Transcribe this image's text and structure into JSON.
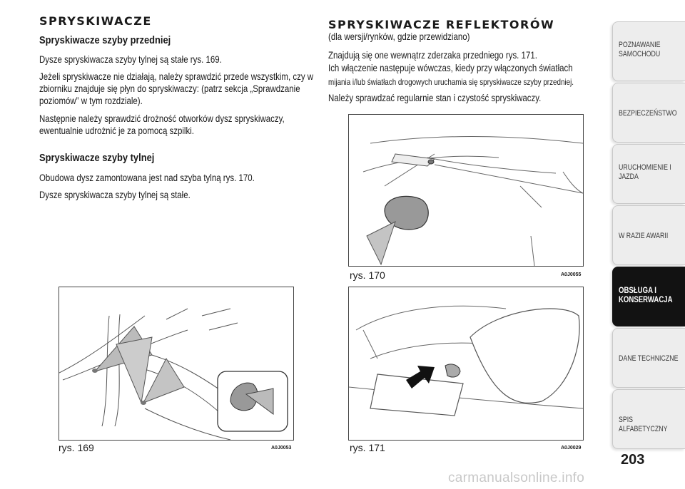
{
  "left": {
    "heading": "SPRYSKIWACZE",
    "front": {
      "title": "Spryskiwacze szyby przedniej",
      "p1": "Dysze spryskiwacza szyby tylnej są stałe rys. 169.",
      "p2": "Jeżeli spryskiwacze nie działają, należy sprawdzić przede wszystkim, czy w zbiorniku znajduje się płyn do spryskiwaczy: (patrz sekcja „Sprawdzanie poziomów” w tym rozdziale).",
      "p3": "Następnie należy sprawdzić drożność otworków dysz spryskiwaczy, ewentualnie udrożnić je za pomocą szpilki."
    },
    "rear": {
      "title": "Spryskiwacze szyby tylnej",
      "p1": "Obudowa dysz zamontowana jest nad szyba tylną rys. 170.",
      "p2": "Dysze spryskiwacza szyby tylnej są stałe."
    },
    "figure": {
      "caption": "rys. 169",
      "code": "A0J0053"
    }
  },
  "right": {
    "heading": "SPRYSKIWACZE REFLEKTORÓW",
    "subheading": "(dla wersji/rynków, gdzie przewidziano)",
    "p1": "Znajdują się one wewnątrz zderzaka przedniego rys. 171.",
    "p2a": "Ich włączenie następuje wówczas, kiedy przy włączonych światłach",
    "p2b": "mijania i/lub światłach drogowych uruchamia się spryskiwacze szyby  przedniej.",
    "p3": "Należy sprawdzać regularnie stan i czystość spryskiwaczy.",
    "fig170": {
      "caption": "rys. 170",
      "code": "A0J0055"
    },
    "fig171": {
      "caption": "rys. 171",
      "code": "A0J0029"
    }
  },
  "sidebar": {
    "tabs": [
      {
        "label": "POZNAWANIE SAMOCHODU"
      },
      {
        "label": "BEZPIECZEŃSTWO"
      },
      {
        "label": "URUCHOMIENIE I JAZDA"
      },
      {
        "label": "W RAZIE AWARII"
      },
      {
        "label": "OBSŁUGA I KONSERWACJA"
      },
      {
        "label": "DANE TECHNICZNE"
      },
      {
        "label": "SPIS ALFABETYCZNY"
      }
    ]
  },
  "page_number": "203",
  "watermark": "carmanualsonline.info"
}
